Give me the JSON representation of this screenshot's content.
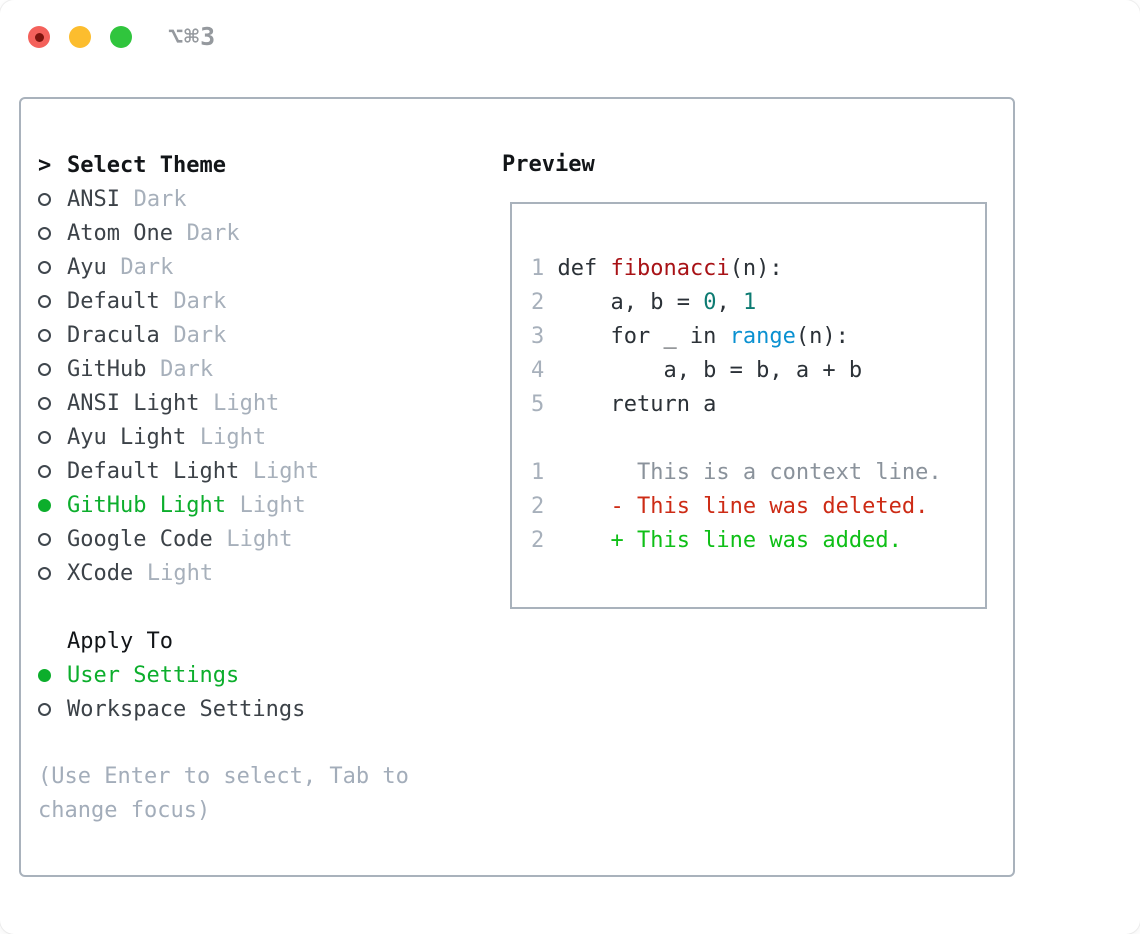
{
  "window": {
    "title": "⌥⌘3",
    "traffic_lights": [
      "close",
      "minimize",
      "zoom"
    ]
  },
  "colors": {
    "tl_red": "#f4615b",
    "tl_yellow": "#fcbd2e",
    "tl_green": "#30c53d",
    "tl_dot": "#7e150e",
    "title_gray": "#95999e",
    "border": "#a9b2bc",
    "ink_black": "#121518",
    "ink_dark": "#3c4248",
    "code_ink": "#2b3137",
    "muted": "#a7b0bb",
    "hint": "#a3adba",
    "circle": "#40474e",
    "green": "#0cae2c",
    "add_green": "#0fbf17",
    "red_del": "#cd2b15",
    "red_func": "#a81216",
    "blue": "#0a91d1",
    "teal": "#0d7b72",
    "ctx_gray": "#8a929b"
  },
  "theme_picker": {
    "prompt": ">",
    "heading": "Select Theme",
    "items": [
      {
        "label": "ANSI",
        "tag": "Dark",
        "selected": false
      },
      {
        "label": "Atom One",
        "tag": "Dark",
        "selected": false
      },
      {
        "label": "Ayu",
        "tag": "Dark",
        "selected": false
      },
      {
        "label": "Default",
        "tag": "Dark",
        "selected": false
      },
      {
        "label": "Dracula",
        "tag": "Dark",
        "selected": false
      },
      {
        "label": "GitHub",
        "tag": "Dark",
        "selected": false
      },
      {
        "label": "ANSI Light",
        "tag": "Light",
        "selected": false
      },
      {
        "label": "Ayu Light",
        "tag": "Light",
        "selected": false
      },
      {
        "label": "Default Light",
        "tag": "Light",
        "selected": false
      },
      {
        "label": "GitHub Light",
        "tag": "Light",
        "selected": true
      },
      {
        "label": "Google Code",
        "tag": "Light",
        "selected": false
      },
      {
        "label": "XCode",
        "tag": "Light",
        "selected": false
      }
    ],
    "apply_to": {
      "heading": "Apply To",
      "options": [
        {
          "label": "User Settings",
          "selected": true
        },
        {
          "label": "Workspace Settings",
          "selected": false
        }
      ]
    },
    "hint_lines": [
      "(Use Enter to select, Tab to",
      "change focus)"
    ]
  },
  "preview": {
    "heading": "Preview",
    "lines": [
      {
        "no": "1",
        "segments": [
          {
            "text": "def ",
            "style": "plain"
          },
          {
            "text": "fibonacci",
            "style": "function"
          },
          {
            "text": "(n):",
            "style": "plain"
          }
        ]
      },
      {
        "no": "2",
        "segments": [
          {
            "text": "    a, b = ",
            "style": "plain"
          },
          {
            "text": "0",
            "style": "number"
          },
          {
            "text": ", ",
            "style": "plain"
          },
          {
            "text": "1",
            "style": "number"
          }
        ]
      },
      {
        "no": "3",
        "segments": [
          {
            "text": "    for _ in ",
            "style": "plain"
          },
          {
            "text": "range",
            "style": "builtin"
          },
          {
            "text": "(n):",
            "style": "plain"
          }
        ]
      },
      {
        "no": "4",
        "segments": [
          {
            "text": "        a, b = b, a + b",
            "style": "plain"
          }
        ]
      },
      {
        "no": "5",
        "segments": [
          {
            "text": "    return a",
            "style": "plain"
          }
        ]
      },
      {
        "no": "",
        "segments": []
      },
      {
        "no": "1",
        "segments": [
          {
            "text": "      This is a context line.",
            "style": "context"
          }
        ]
      },
      {
        "no": "2",
        "segments": [
          {
            "text": "    - This line was deleted.",
            "style": "deleted"
          }
        ]
      },
      {
        "no": "2",
        "segments": [
          {
            "text": "    + This line was added.",
            "style": "added"
          }
        ]
      }
    ]
  }
}
